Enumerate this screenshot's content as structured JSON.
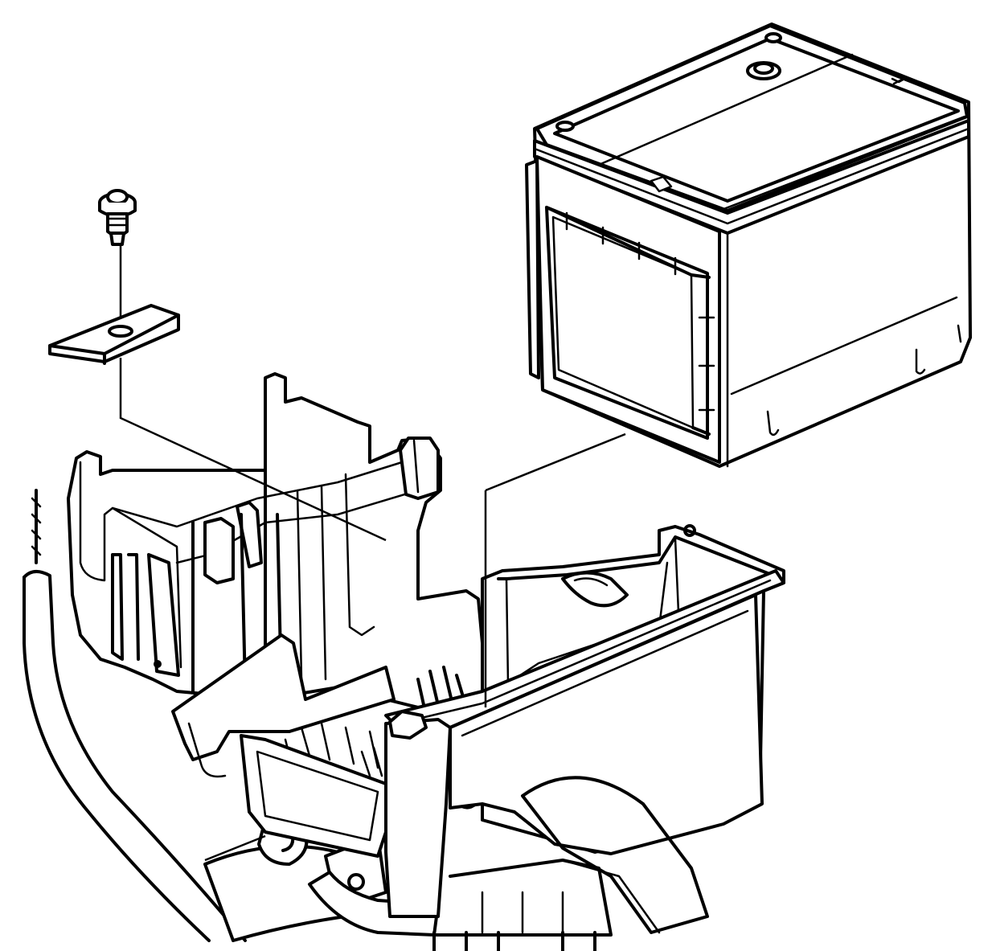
{
  "diagram": {
    "labels": [],
    "parts": [
      {
        "id": "battery"
      },
      {
        "id": "bolt"
      },
      {
        "id": "hold-down-retainer"
      },
      {
        "id": "battery-tray"
      },
      {
        "id": "tray-support-bracket"
      },
      {
        "id": "battery-cable"
      }
    ]
  },
  "colors": {
    "line": "#000000",
    "background": "#ffffff"
  }
}
